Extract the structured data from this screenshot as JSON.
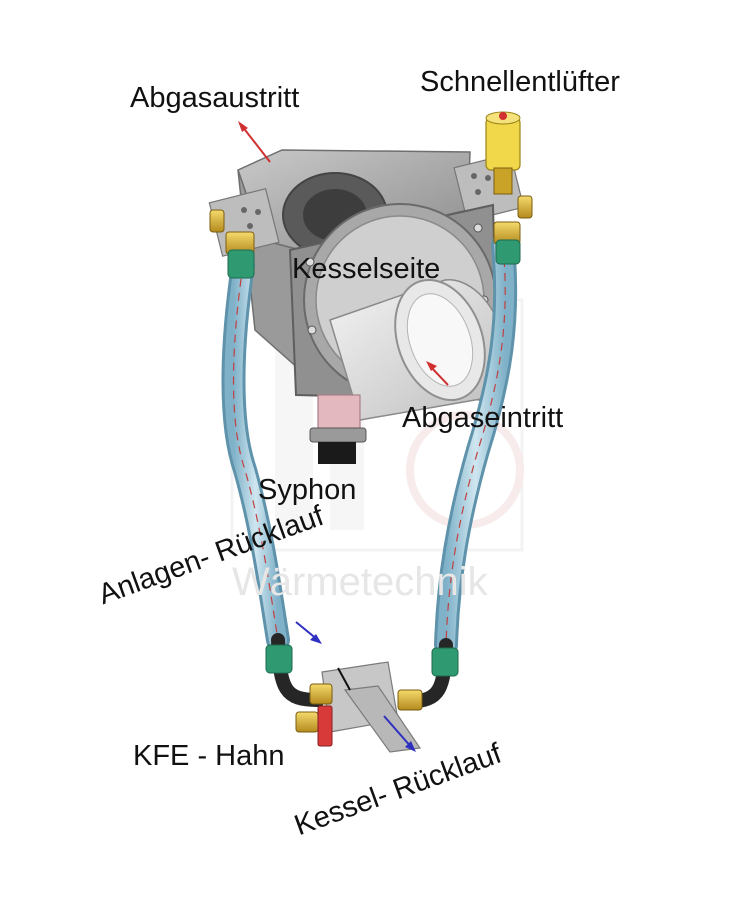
{
  "labels": {
    "abgasaustritt": "Abgasaustritt",
    "schnellentluefter": "Schnellentlüfter",
    "kesselseite": "Kesselseite",
    "abgaseintritt": "Abgaseintritt",
    "syphon": "Syphon",
    "anlagen_ruecklauf": "Anlagen- Rücklauf",
    "kfe_hahn": "KFE - Hahn",
    "kessel_ruecklauf": "Kessel- Rücklauf"
  },
  "watermark": {
    "text": "Wärmetechnik"
  },
  "colors": {
    "housing": "#a9a9a9",
    "housing_dark": "#7d7d7d",
    "pipe": "#9ec8dc",
    "fitting_green": "#2f9a72",
    "brass": "#e0b93a",
    "vent_yellow": "#f0d84a",
    "arrow_red": "#d03030",
    "arrow_blue": "#3030c0",
    "siphon_pink": "#e4b8bf",
    "valve_red": "#d83a3a"
  }
}
